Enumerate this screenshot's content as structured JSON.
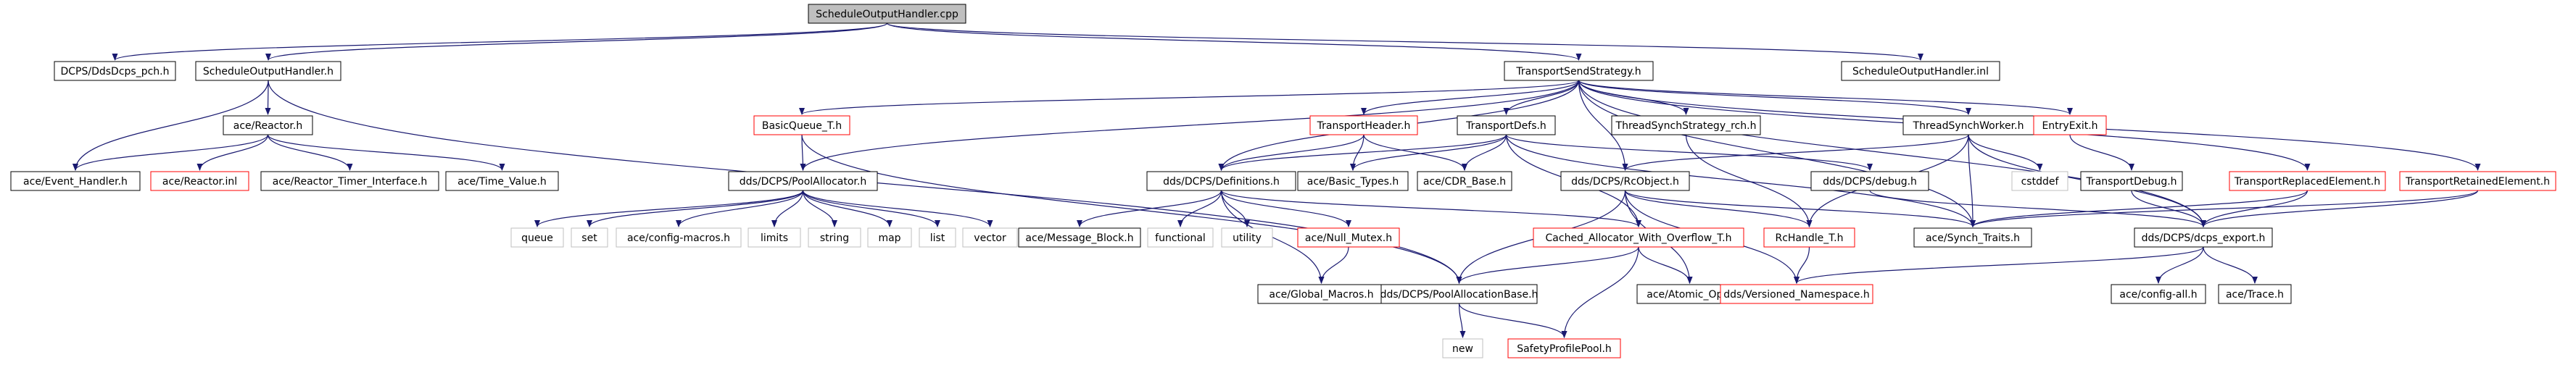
{
  "diagram": {
    "colors": {
      "edge": "#191970",
      "node_border": "#000000",
      "missing_border": "#ff0000",
      "external_border": "#bfbfbf",
      "root_fill": "#bfbfbf",
      "node_fill": "#ffffff"
    },
    "nodes": [
      {
        "id": "root",
        "label": "ScheduleOutputHandler.cpp",
        "kind": "root"
      },
      {
        "id": "pch",
        "label": "DCPS/DdsDcps_pch.h",
        "kind": "normal"
      },
      {
        "id": "soh_h",
        "label": "ScheduleOutputHandler.h",
        "kind": "normal"
      },
      {
        "id": "tss",
        "label": "TransportSendStrategy.h",
        "kind": "normal"
      },
      {
        "id": "soh_inl",
        "label": "ScheduleOutputHandler.inl",
        "kind": "normal"
      },
      {
        "id": "reactor",
        "label": "ace/Reactor.h",
        "kind": "normal"
      },
      {
        "id": "evh",
        "label": "ace/Event_Handler.h",
        "kind": "normal"
      },
      {
        "id": "reactor_inl",
        "label": "ace/Reactor.inl",
        "kind": "missing"
      },
      {
        "id": "rti",
        "label": "ace/Reactor_Timer_Interface.h",
        "kind": "normal"
      },
      {
        "id": "timev",
        "label": "ace/Time_Value.h",
        "kind": "normal"
      },
      {
        "id": "bq",
        "label": "BasicQueue_T.h",
        "kind": "missing"
      },
      {
        "id": "pa",
        "label": "dds/DCPS/PoolAllocator.h",
        "kind": "normal"
      },
      {
        "id": "queue",
        "label": "queue",
        "kind": "external"
      },
      {
        "id": "set",
        "label": "set",
        "kind": "external"
      },
      {
        "id": "cfgmac",
        "label": "ace/config-macros.h",
        "kind": "external"
      },
      {
        "id": "limits",
        "label": "limits",
        "kind": "external"
      },
      {
        "id": "string",
        "label": "string",
        "kind": "external"
      },
      {
        "id": "map",
        "label": "map",
        "kind": "external"
      },
      {
        "id": "list",
        "label": "list",
        "kind": "external"
      },
      {
        "id": "vector",
        "label": "vector",
        "kind": "external"
      },
      {
        "id": "th",
        "label": "TransportHeader.h",
        "kind": "missing"
      },
      {
        "id": "td",
        "label": "TransportDefs.h",
        "kind": "normal"
      },
      {
        "id": "defs",
        "label": "dds/DCPS/Definitions.h",
        "kind": "normal"
      },
      {
        "id": "basic",
        "label": "ace/Basic_Types.h",
        "kind": "normal"
      },
      {
        "id": "cdr",
        "label": "ace/CDR_Base.h",
        "kind": "normal"
      },
      {
        "id": "msgblk",
        "label": "ace/Message_Block.h",
        "kind": "normal"
      },
      {
        "id": "functional",
        "label": "functional",
        "kind": "external"
      },
      {
        "id": "utility",
        "label": "utility",
        "kind": "external"
      },
      {
        "id": "nullmtx",
        "label": "ace/Null_Mutex.h",
        "kind": "missing"
      },
      {
        "id": "cawo",
        "label": "Cached_Allocator_With_Overflow_T.h",
        "kind": "missing"
      },
      {
        "id": "globmac",
        "label": "ace/Global_Macros.h",
        "kind": "normal"
      },
      {
        "id": "pab",
        "label": "dds/DCPS/PoolAllocationBase.h",
        "kind": "normal"
      },
      {
        "id": "new",
        "label": "new",
        "kind": "external"
      },
      {
        "id": "spp",
        "label": "SafetyProfilePool.h",
        "kind": "missing"
      },
      {
        "id": "tsrch",
        "label": "ThreadSynchStrategy_rch.h",
        "kind": "normal"
      },
      {
        "id": "rco",
        "label": "dds/DCPS/RcObject.h",
        "kind": "normal"
      },
      {
        "id": "atomic",
        "label": "ace/Atomic_Op.h",
        "kind": "normal"
      },
      {
        "id": "rch",
        "label": "RcHandle_T.h",
        "kind": "missing"
      },
      {
        "id": "vns",
        "label": "dds/Versioned_Namespace.h",
        "kind": "missing"
      },
      {
        "id": "tsw",
        "label": "ThreadSynchWorker.h",
        "kind": "normal"
      },
      {
        "id": "ddsdebug",
        "label": "dds/DCPS/debug.h",
        "kind": "normal"
      },
      {
        "id": "cstddef",
        "label": "cstddef",
        "kind": "external"
      },
      {
        "id": "synch",
        "label": "ace/Synch_Traits.h",
        "kind": "normal"
      },
      {
        "id": "entryexit",
        "label": "EntryExit.h",
        "kind": "missing"
      },
      {
        "id": "tdebug",
        "label": "TransportDebug.h",
        "kind": "normal"
      },
      {
        "id": "trepl",
        "label": "TransportReplacedElement.h",
        "kind": "missing"
      },
      {
        "id": "tret",
        "label": "TransportRetainedElement.h",
        "kind": "missing"
      },
      {
        "id": "export",
        "label": "dds/DCPS/dcps_export.h",
        "kind": "normal"
      },
      {
        "id": "cfgall",
        "label": "ace/config-all.h",
        "kind": "normal"
      },
      {
        "id": "trace",
        "label": "ace/Trace.h",
        "kind": "normal"
      }
    ],
    "edges": [
      [
        "root",
        "pch"
      ],
      [
        "root",
        "soh_h"
      ],
      [
        "root",
        "tss"
      ],
      [
        "root",
        "soh_inl"
      ],
      [
        "soh_h",
        "reactor"
      ],
      [
        "soh_h",
        "evh"
      ],
      [
        "soh_h",
        "pab"
      ],
      [
        "reactor",
        "evh"
      ],
      [
        "reactor",
        "reactor_inl"
      ],
      [
        "reactor",
        "rti"
      ],
      [
        "reactor",
        "timev"
      ],
      [
        "tss",
        "bq"
      ],
      [
        "tss",
        "pa"
      ],
      [
        "tss",
        "th"
      ],
      [
        "tss",
        "td"
      ],
      [
        "tss",
        "defs"
      ],
      [
        "tss",
        "tsrch"
      ],
      [
        "tss",
        "rco"
      ],
      [
        "tss",
        "tsw"
      ],
      [
        "tss",
        "synch"
      ],
      [
        "tss",
        "entryexit"
      ],
      [
        "tss",
        "trepl"
      ],
      [
        "tss",
        "tret"
      ],
      [
        "tss",
        "export"
      ],
      [
        "bq",
        "pa"
      ],
      [
        "bq",
        "pab"
      ],
      [
        "pa",
        "queue"
      ],
      [
        "pa",
        "set"
      ],
      [
        "pa",
        "cfgmac"
      ],
      [
        "pa",
        "limits"
      ],
      [
        "pa",
        "string"
      ],
      [
        "pa",
        "map"
      ],
      [
        "pa",
        "list"
      ],
      [
        "pa",
        "vector"
      ],
      [
        "th",
        "defs"
      ],
      [
        "th",
        "basic"
      ],
      [
        "th",
        "cdr"
      ],
      [
        "td",
        "defs"
      ],
      [
        "td",
        "basic"
      ],
      [
        "td",
        "cdr"
      ],
      [
        "td",
        "cawo"
      ],
      [
        "td",
        "ddsdebug"
      ],
      [
        "td",
        "synch"
      ],
      [
        "defs",
        "msgblk"
      ],
      [
        "defs",
        "functional"
      ],
      [
        "defs",
        "utility"
      ],
      [
        "defs",
        "nullmtx"
      ],
      [
        "defs",
        "cawo"
      ],
      [
        "defs",
        "globmac"
      ],
      [
        "nullmtx",
        "globmac"
      ],
      [
        "cawo",
        "pab"
      ],
      [
        "cawo",
        "atomic"
      ],
      [
        "cawo",
        "spp"
      ],
      [
        "pab",
        "new"
      ],
      [
        "pab",
        "spp"
      ],
      [
        "tsrch",
        "rch"
      ],
      [
        "rco",
        "atomic"
      ],
      [
        "rco",
        "rch"
      ],
      [
        "rco",
        "vns"
      ],
      [
        "rco",
        "pab"
      ],
      [
        "rco",
        "synch"
      ],
      [
        "rch",
        "vns"
      ],
      [
        "tsw",
        "rco"
      ],
      [
        "tsw",
        "rch"
      ],
      [
        "tsw",
        "cstddef"
      ],
      [
        "tsw",
        "synch"
      ],
      [
        "tsw",
        "export"
      ],
      [
        "ddsdebug",
        "export"
      ],
      [
        "entryexit",
        "tdebug"
      ],
      [
        "tdebug",
        "export"
      ],
      [
        "trepl",
        "synch"
      ],
      [
        "trepl",
        "export"
      ],
      [
        "tret",
        "synch"
      ],
      [
        "tret",
        "export"
      ],
      [
        "export",
        "vns"
      ],
      [
        "export",
        "cfgall"
      ],
      [
        "export",
        "trace"
      ]
    ]
  }
}
